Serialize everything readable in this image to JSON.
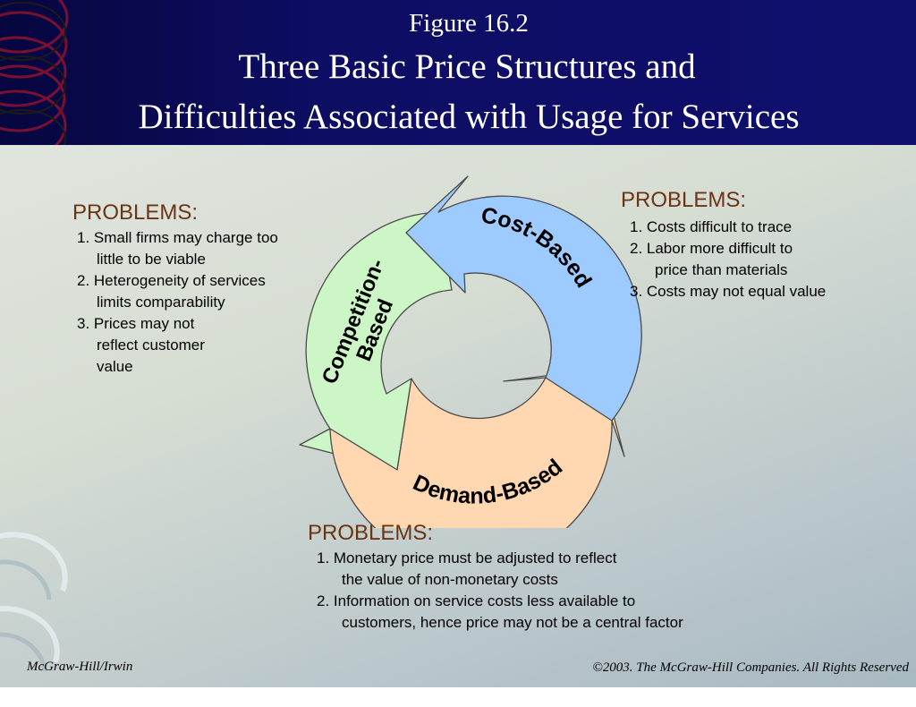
{
  "header": {
    "figure_label": "Figure 16.2",
    "title_line1": "Three Basic Price Structures and",
    "title_line2": "Difficulties Associated with Usage for Services"
  },
  "cycle": {
    "cost": {
      "label": "Cost-Based",
      "color": "#9ecbff"
    },
    "competition": {
      "label_line1": "Competition-",
      "label_line2": "Based",
      "color": "#ccf6c6"
    },
    "demand": {
      "label": "Demand-Based",
      "color": "#ffd7b0"
    }
  },
  "problems": {
    "left": {
      "heading": "PROBLEMS:",
      "items": [
        "1. Small firms may charge too",
        "    little to be viable",
        "2. Heterogeneity of services",
        "    limits comparability",
        "3. Prices may not",
        "    reflect customer",
        "    value"
      ]
    },
    "right": {
      "heading": "PROBLEMS:",
      "items": [
        "1.  Costs difficult to trace",
        "2.  Labor more difficult to",
        "     price than materials",
        "3.  Costs may not equal value"
      ]
    },
    "bottom": {
      "heading": "PROBLEMS:",
      "items": [
        "1.  Monetary price must be adjusted to reflect",
        "     the value of non-monetary costs",
        "2.  Information on service costs less available to",
        "     customers, hence price may not be a central factor"
      ]
    }
  },
  "footer": {
    "publisher": "McGraw-Hill/Irwin",
    "copyright": "©2003. The McGraw-Hill Companies. All Rights Reserved"
  }
}
